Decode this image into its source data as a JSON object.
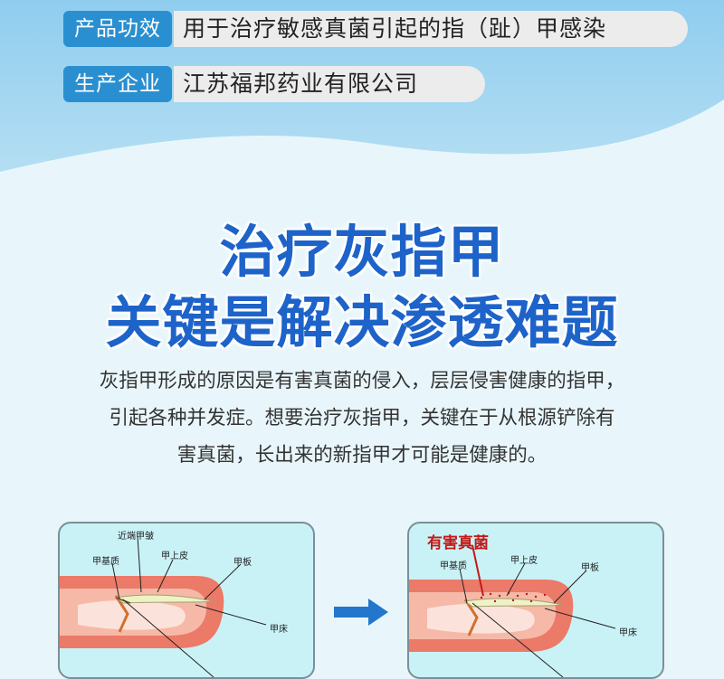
{
  "product": {
    "efficacy_tag": "产品功效",
    "efficacy_value": "用于治疗敏感真菌引起的指（趾）甲感染",
    "company_tag": "生产企业",
    "company_value": "江苏福邦药业有限公司"
  },
  "headline": {
    "line1": "治疗灰指甲",
    "line2": "关键是解决渗透难题"
  },
  "description": {
    "line1": "灰指甲形成的原因是有害真菌的侵入，层层侵害健康的指甲，",
    "line2": "引起各种并发症。想要治疗灰指甲，关键在于从根源铲除有",
    "line3": "害真菌，长出来的新指甲才可能是健康的。"
  },
  "diagram_left": {
    "label_fold": "近端甲皱",
    "label_matrix": "甲基质",
    "label_cuticle": "甲上皮",
    "label_plate": "甲板",
    "label_bed": "甲床"
  },
  "diagram_right": {
    "title": "有害真菌",
    "label_matrix": "甲基质",
    "label_cuticle": "甲上皮",
    "label_plate": "甲板",
    "label_bed": "甲床"
  },
  "colors": {
    "accent_blue": "#2a8fd0",
    "headline_blue": "#1d63c9",
    "arrow_blue": "#2277cc",
    "fungus_red": "#c21a1a"
  }
}
